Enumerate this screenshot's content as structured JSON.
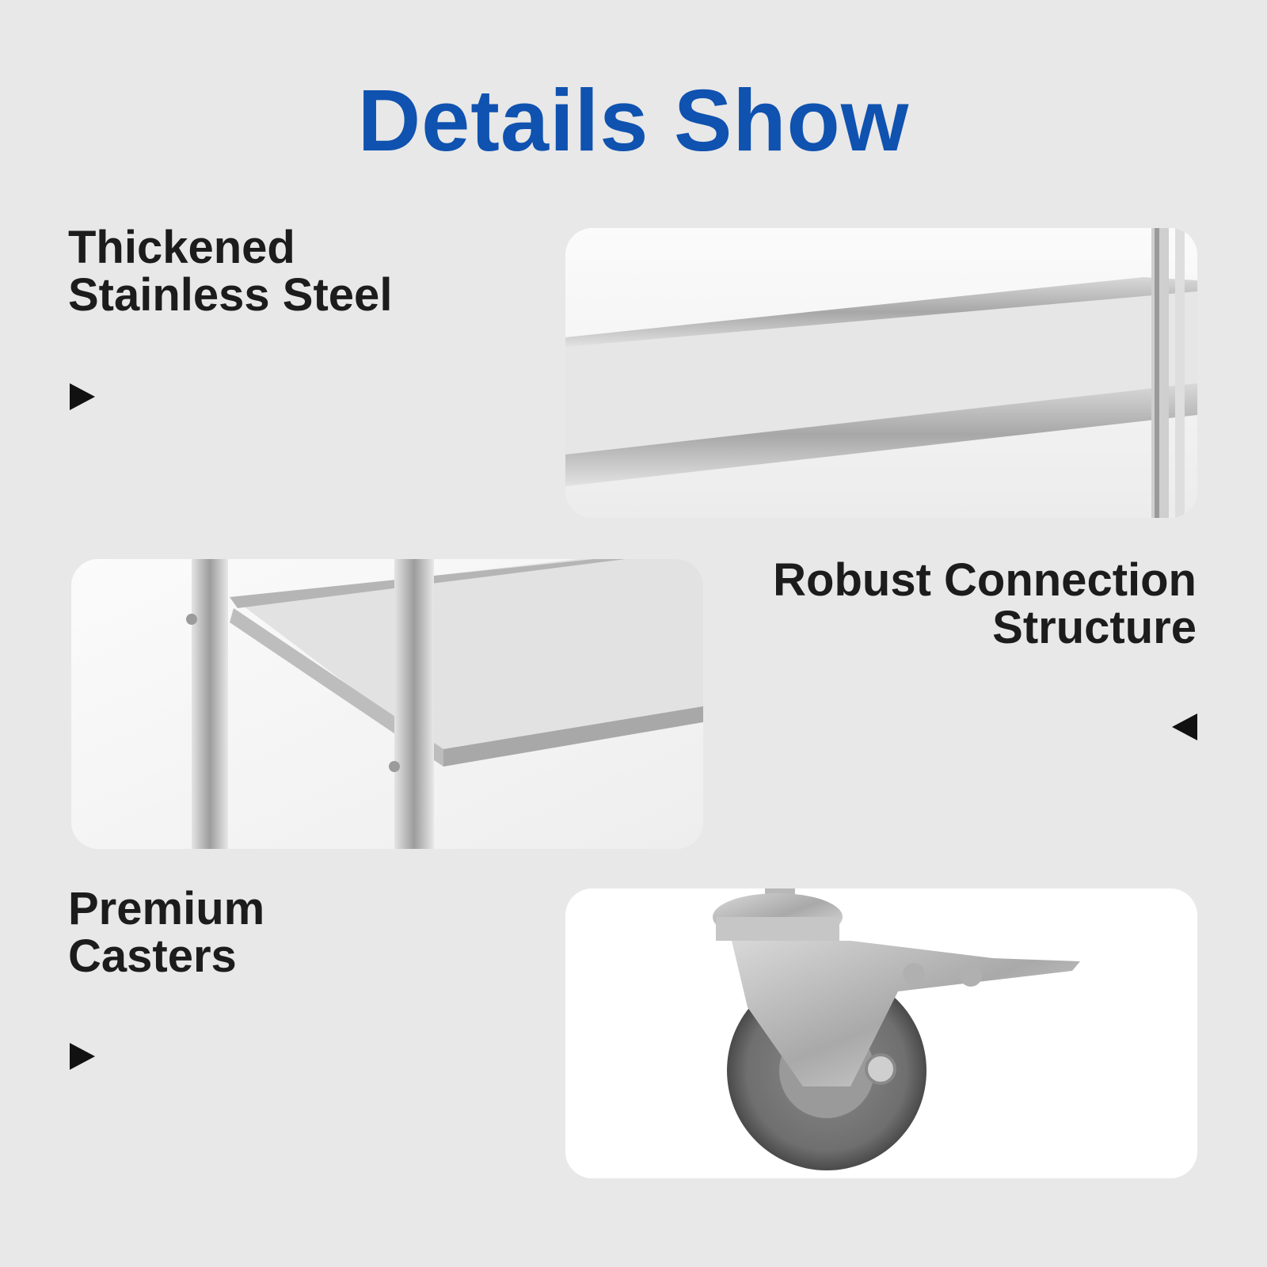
{
  "title": "Details Show",
  "features": [
    {
      "lines": [
        "Thickened",
        "Stainless Steel"
      ],
      "arrow": "right"
    },
    {
      "lines": [
        "Robust Connection",
        "Structure"
      ],
      "arrow": "left"
    },
    {
      "lines": [
        "Premium",
        "Casters"
      ],
      "arrow": "right"
    }
  ],
  "colors": {
    "title": "#0f52b0",
    "background": "#e8e8e8",
    "text": "#1c1c1c"
  },
  "icons": [
    "triangle-right-icon",
    "triangle-left-icon"
  ]
}
